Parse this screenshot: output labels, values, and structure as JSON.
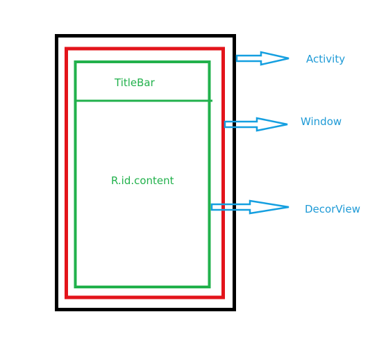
{
  "colors": {
    "activity_frame": "#000000",
    "window_frame": "#e3141b",
    "decorview_frame": "#22b14c",
    "arrow": "#149fe0",
    "label_blue": "#1e9ad6",
    "label_green": "#22b14c"
  },
  "layers": {
    "titlebar": "TitleBar",
    "content": "R.id.content"
  },
  "pointers": {
    "activity": "Activity",
    "window": "Window",
    "decorview": "DecorView"
  }
}
